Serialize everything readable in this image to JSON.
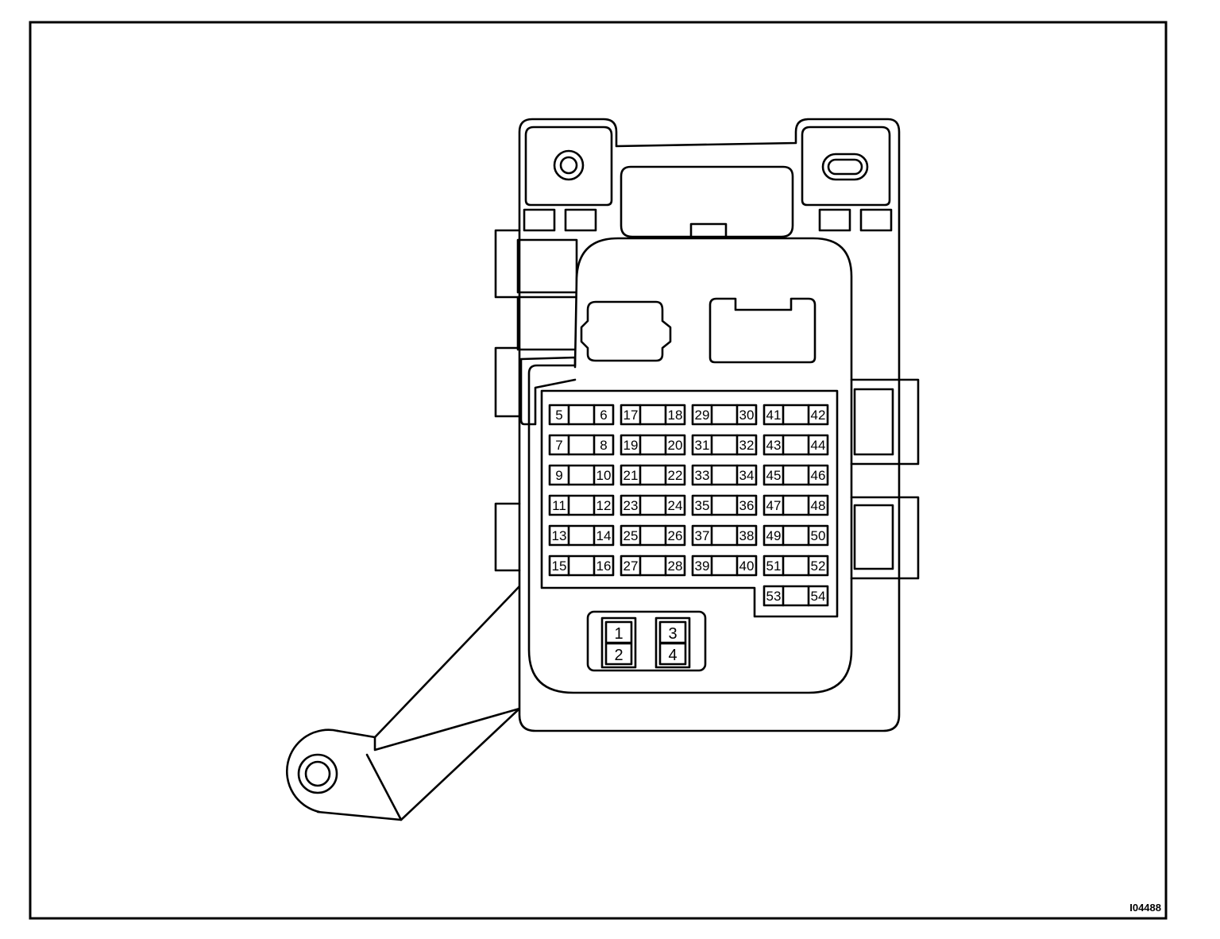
{
  "figure_number": "I04488",
  "fuse_rows": [
    [
      [
        "5",
        "6"
      ],
      [
        "17",
        "18"
      ],
      [
        "29",
        "30"
      ],
      [
        "41",
        "42"
      ]
    ],
    [
      [
        "7",
        "8"
      ],
      [
        "19",
        "20"
      ],
      [
        "31",
        "32"
      ],
      [
        "43",
        "44"
      ]
    ],
    [
      [
        "9",
        "10"
      ],
      [
        "21",
        "22"
      ],
      [
        "33",
        "34"
      ],
      [
        "45",
        "46"
      ]
    ],
    [
      [
        "11",
        "12"
      ],
      [
        "23",
        "24"
      ],
      [
        "35",
        "36"
      ],
      [
        "47",
        "48"
      ]
    ],
    [
      [
        "13",
        "14"
      ],
      [
        "25",
        "26"
      ],
      [
        "37",
        "38"
      ],
      [
        "49",
        "50"
      ]
    ],
    [
      [
        "15",
        "16"
      ],
      [
        "27",
        "28"
      ],
      [
        "39",
        "40"
      ],
      [
        "51",
        "52"
      ]
    ]
  ],
  "fuse_extra": [
    "53",
    "54"
  ],
  "relays": [
    "1",
    "2",
    "3",
    "4"
  ]
}
